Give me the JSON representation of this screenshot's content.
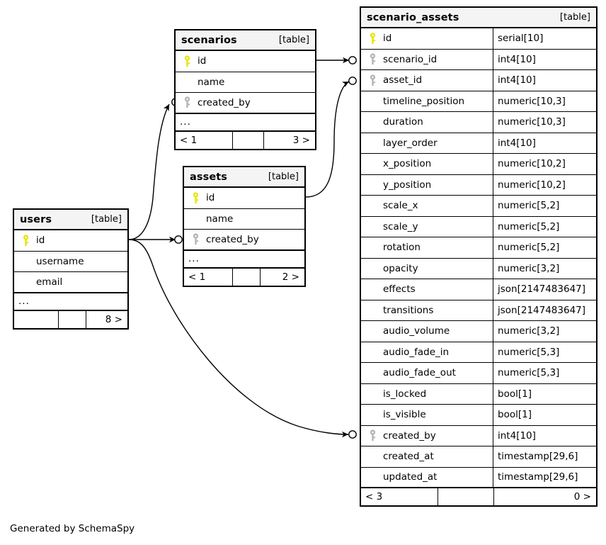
{
  "diagram": {
    "caption": "Generated by SchemaSpy",
    "kind_label": "[table]",
    "ellipsis": "...",
    "colors": {
      "primary_key": "#e8e400",
      "foreign_key": "#b3b3b3",
      "header_bg": "#f4f4f4",
      "border": "#000000",
      "background": "#ffffff"
    }
  },
  "tables": {
    "scenario_assets": {
      "name": "scenario_assets",
      "kind": "[table]",
      "columns": [
        {
          "name": "id",
          "type": "serial[10]",
          "key": "primary"
        },
        {
          "name": "scenario_id",
          "type": "int4[10]",
          "key": "foreign"
        },
        {
          "name": "asset_id",
          "type": "int4[10]",
          "key": "foreign"
        },
        {
          "name": "timeline_position",
          "type": "numeric[10,3]",
          "key": "none"
        },
        {
          "name": "duration",
          "type": "numeric[10,3]",
          "key": "none"
        },
        {
          "name": "layer_order",
          "type": "int4[10]",
          "key": "none"
        },
        {
          "name": "x_position",
          "type": "numeric[10,2]",
          "key": "none"
        },
        {
          "name": "y_position",
          "type": "numeric[10,2]",
          "key": "none"
        },
        {
          "name": "scale_x",
          "type": "numeric[5,2]",
          "key": "none"
        },
        {
          "name": "scale_y",
          "type": "numeric[5,2]",
          "key": "none"
        },
        {
          "name": "rotation",
          "type": "numeric[5,2]",
          "key": "none"
        },
        {
          "name": "opacity",
          "type": "numeric[3,2]",
          "key": "none"
        },
        {
          "name": "effects",
          "type": "json[2147483647]",
          "key": "none"
        },
        {
          "name": "transitions",
          "type": "json[2147483647]",
          "key": "none"
        },
        {
          "name": "audio_volume",
          "type": "numeric[3,2]",
          "key": "none"
        },
        {
          "name": "audio_fade_in",
          "type": "numeric[5,3]",
          "key": "none"
        },
        {
          "name": "audio_fade_out",
          "type": "numeric[5,3]",
          "key": "none"
        },
        {
          "name": "is_locked",
          "type": "bool[1]",
          "key": "none"
        },
        {
          "name": "is_visible",
          "type": "bool[1]",
          "key": "none"
        },
        {
          "name": "created_by",
          "type": "int4[10]",
          "key": "foreign"
        },
        {
          "name": "created_at",
          "type": "timestamp[29,6]",
          "key": "none"
        },
        {
          "name": "updated_at",
          "type": "timestamp[29,6]",
          "key": "none"
        }
      ],
      "has_ellipsis": false,
      "footer": {
        "left": "< 3",
        "middle": "",
        "right": "0 >"
      }
    },
    "scenarios": {
      "name": "scenarios",
      "kind": "[table]",
      "columns": [
        {
          "name": "id",
          "type": "",
          "key": "primary"
        },
        {
          "name": "name",
          "type": "",
          "key": "none"
        },
        {
          "name": "created_by",
          "type": "",
          "key": "foreign"
        }
      ],
      "has_ellipsis": true,
      "footer": {
        "left": "< 1",
        "middle": "",
        "right": "3 >"
      }
    },
    "assets": {
      "name": "assets",
      "kind": "[table]",
      "columns": [
        {
          "name": "id",
          "type": "",
          "key": "primary"
        },
        {
          "name": "name",
          "type": "",
          "key": "none"
        },
        {
          "name": "created_by",
          "type": "",
          "key": "foreign"
        }
      ],
      "has_ellipsis": true,
      "footer": {
        "left": "< 1",
        "middle": "",
        "right": "2 >"
      }
    },
    "users": {
      "name": "users",
      "kind": "[table]",
      "columns": [
        {
          "name": "id",
          "type": "",
          "key": "primary"
        },
        {
          "name": "username",
          "type": "",
          "key": "none"
        },
        {
          "name": "email",
          "type": "",
          "key": "none"
        }
      ],
      "has_ellipsis": true,
      "footer": {
        "left": "",
        "middle": "",
        "right": "8 >"
      }
    }
  },
  "relationships": [
    {
      "from": "scenarios.id",
      "to": "scenario_assets.scenario_id"
    },
    {
      "from": "assets.id",
      "to": "scenario_assets.asset_id"
    },
    {
      "from": "users.id",
      "to": "scenarios.created_by"
    },
    {
      "from": "users.id",
      "to": "assets.created_by"
    },
    {
      "from": "users.id",
      "to": "scenario_assets.created_by"
    }
  ]
}
